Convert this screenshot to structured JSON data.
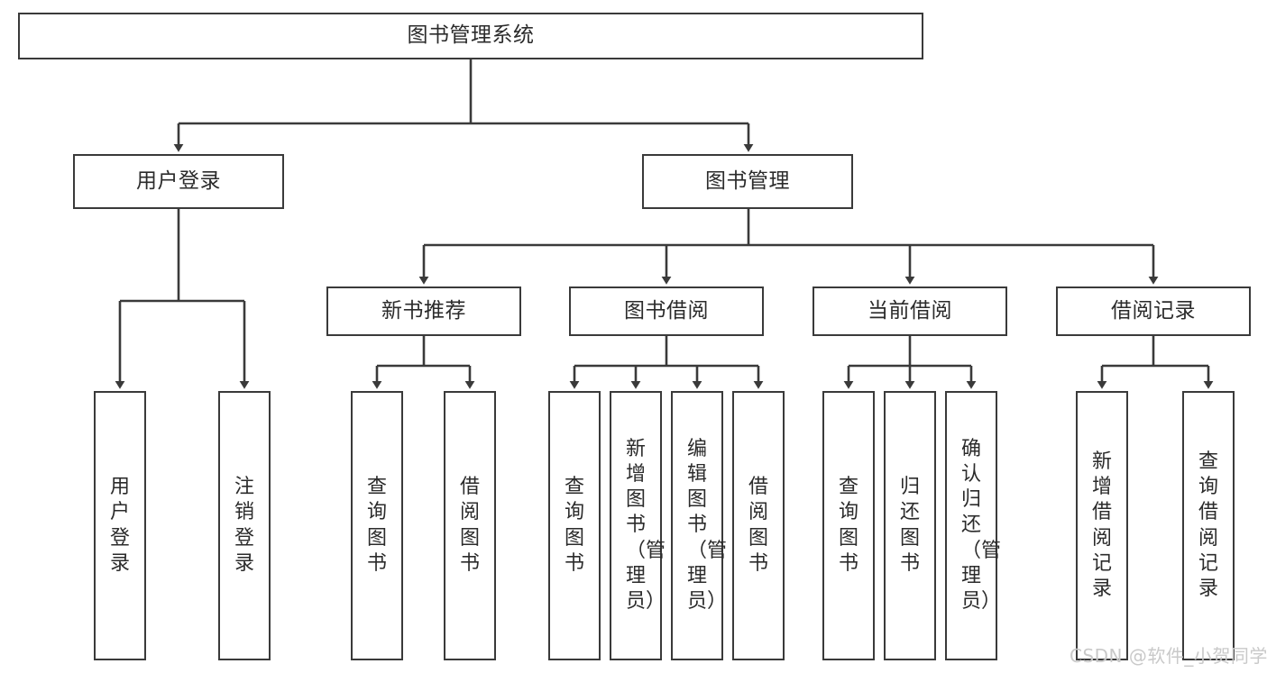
{
  "diagram": {
    "title": "图书管理系统",
    "watermark": "CSDN @软件_小贺同学",
    "colors": {
      "box_border": "#3a3a3a",
      "box_fill": "#ffffff",
      "text": "#2b2b2b",
      "link": "#3a3a3a",
      "background": "#ffffff",
      "watermark": "#c9c9c9"
    },
    "root": {
      "label": "图书管理系统"
    },
    "level2": [
      {
        "label": "用户登录"
      },
      {
        "label": "图书管理"
      }
    ],
    "level3": [
      {
        "label": "新书推荐"
      },
      {
        "label": "图书借阅"
      },
      {
        "label": "当前借阅"
      },
      {
        "label": "借阅记录"
      }
    ],
    "leaves_user_login": [
      {
        "label": "用户登录"
      },
      {
        "label": "注销登录"
      }
    ],
    "leaves_new_book": [
      {
        "label": "查询图书"
      },
      {
        "label": "借阅图书"
      }
    ],
    "leaves_borrow": [
      {
        "label": "查询图书"
      },
      {
        "label": "新增图书（管理员）"
      },
      {
        "label": "编辑图书（管理员）"
      },
      {
        "label": "借阅图书"
      }
    ],
    "leaves_current": [
      {
        "label": "查询图书"
      },
      {
        "label": "归还图书"
      },
      {
        "label": "确认归还（管理员）"
      }
    ],
    "leaves_records": [
      {
        "label": "新增借阅记录"
      },
      {
        "label": "查询借阅记录"
      }
    ]
  }
}
